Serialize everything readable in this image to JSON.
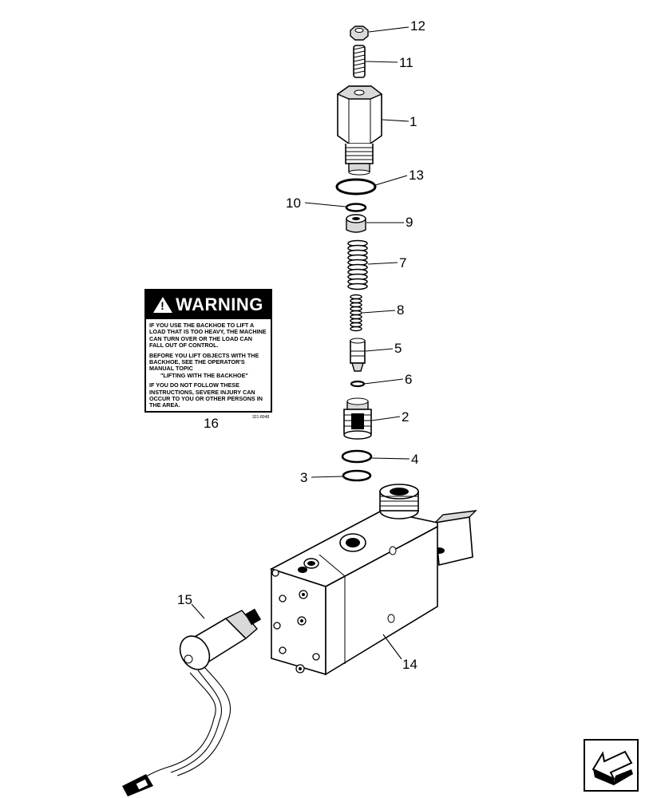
{
  "callouts": {
    "c1": "1",
    "c2": "2",
    "c3": "3",
    "c4": "4",
    "c5": "5",
    "c6": "6",
    "c7": "7",
    "c8": "8",
    "c9": "9",
    "c10": "10",
    "c11": "11",
    "c12": "12",
    "c13": "13",
    "c14": "14",
    "c15": "15",
    "c16": "16"
  },
  "warning_label": {
    "title": "WARNING",
    "paragraph_1": "IF YOU USE THE BACKHOE TO LIFT A LOAD THAT IS TOO HEAVY, THE MACHINE CAN TURN OVER OR THE LOAD CAN FALL OUT OF CONTROL.",
    "paragraph_2": "BEFORE YOU LIFT OBJECTS WITH THE BACKHOE, SEE THE OPERATOR'S MANUAL TOPIC",
    "topic": "\"LIFTING WITH THE BACKHOE\"",
    "paragraph_3": "IF YOU DO NOT FOLLOW THESE INSTRUCTIONS, SEVERE INJURY CAN OCCUR TO YOU OR OTHER PERSONS IN THE AREA.",
    "code": "321-8048"
  },
  "navigation": {
    "icon": "arrow-back-icon"
  }
}
